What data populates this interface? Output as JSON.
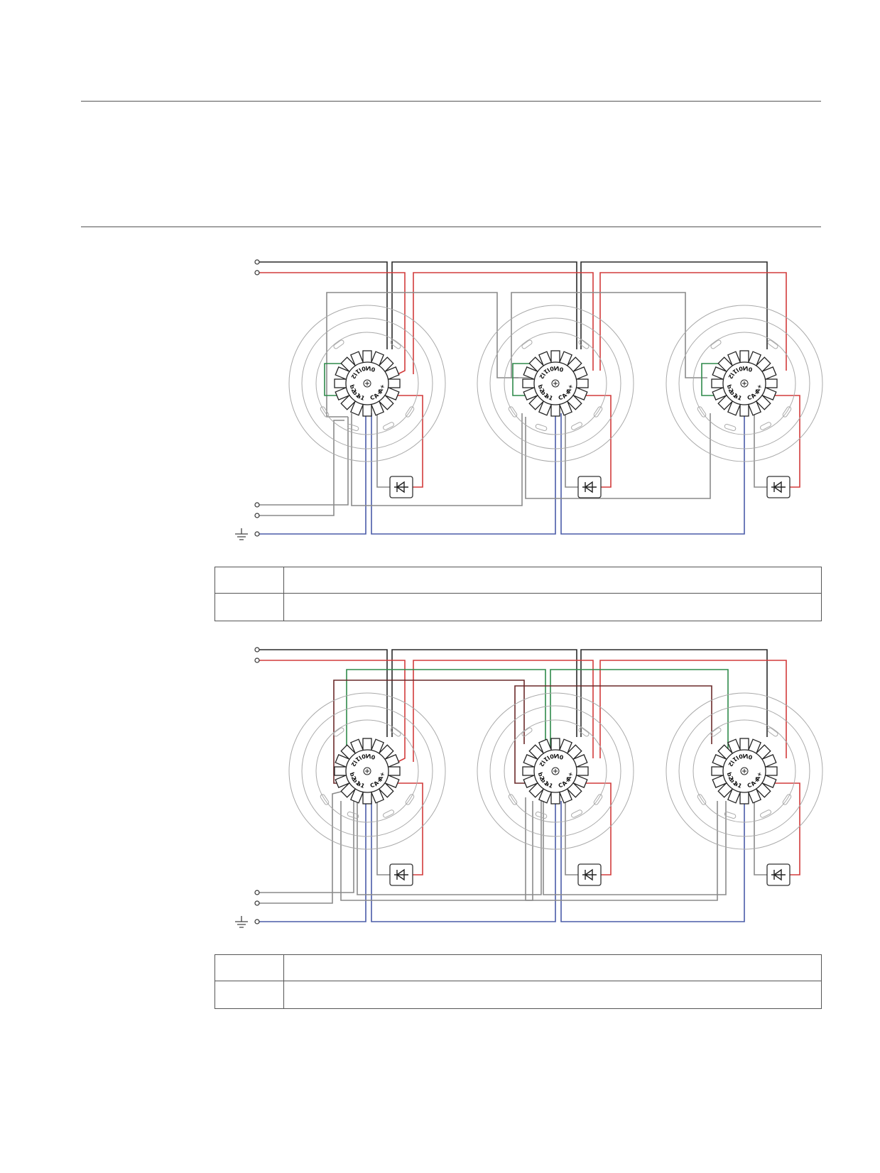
{
  "colors": {
    "black": "#2a2a2a",
    "red": "#d23b3b",
    "gray": "#8a8a8a",
    "green": "#2f8a4a",
    "blue": "#4a5ba8",
    "maroon": "#6a2a2a",
    "outline": "#aaaaaa"
  },
  "terminal_labels": [
    "0V",
    "l0",
    "l1",
    "l2",
    "b2",
    "b1",
    "a1",
    "A+",
    "A+",
    "C"
  ],
  "icons": {
    "diode": "diode-icon",
    "ground": "ground-icon",
    "terminal": "terminal-icon"
  },
  "table1": [
    {
      "c1": "",
      "c2": ""
    },
    {
      "c1": "",
      "c2": ""
    }
  ],
  "table2": [
    {
      "c1": "",
      "c2": ""
    },
    {
      "c1": "",
      "c2": ""
    }
  ]
}
